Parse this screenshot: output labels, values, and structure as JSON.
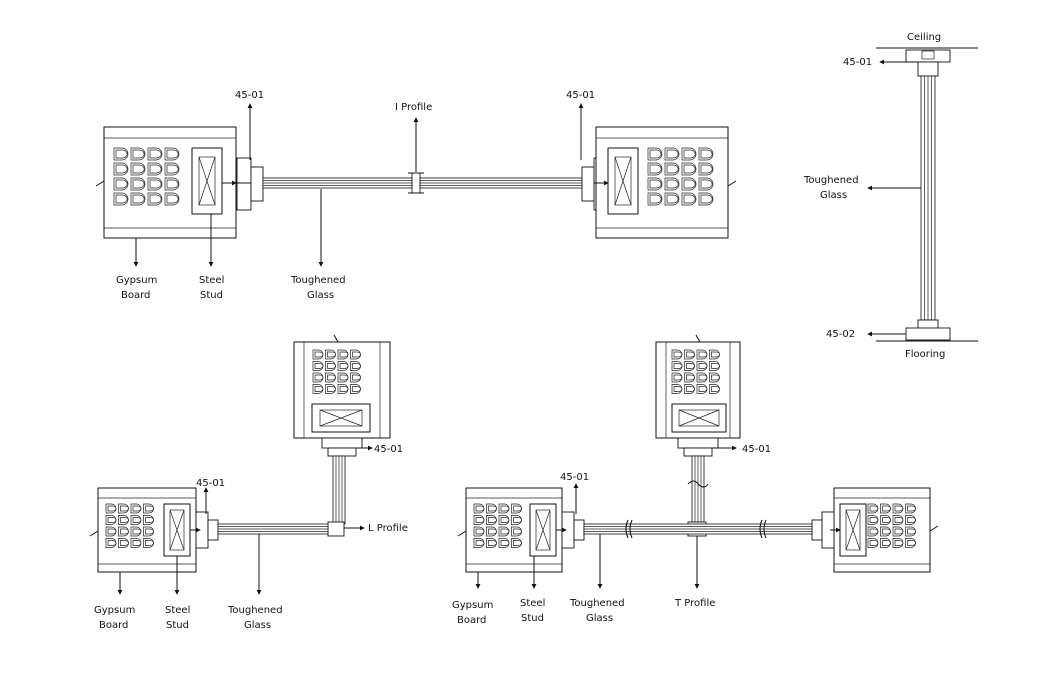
{
  "labels": {
    "code_4501": "45-01",
    "code_4502": "45-02",
    "i_profile": "I Profile",
    "l_profile": "L Profile",
    "t_profile": "T Profile",
    "ceiling": "Ceiling",
    "flooring": "Flooring",
    "toughened": "Toughened",
    "glass": "Glass",
    "gypsum": "Gypsum",
    "board": "Board",
    "steel": "Steel",
    "stud": "Stud"
  }
}
